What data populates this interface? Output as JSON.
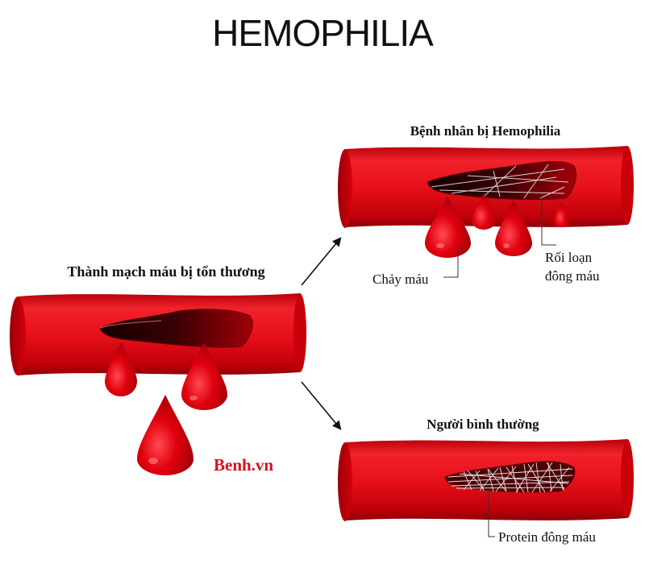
{
  "title": "HEMOPHILIA",
  "labels": {
    "damaged_vessel": "Thành mạch máu bị tổn thương",
    "hemophilia_patient": "Bệnh nhân bị Hemophilia",
    "normal_person": "Người bình thường",
    "bleeding": "Chảy máu",
    "clotting_disorder_line1": "Rối loạn",
    "clotting_disorder_line2": "đông máu",
    "clotting_protein": "Protein đông máu",
    "brand": "Benh.vn"
  },
  "colors": {
    "vessel": "#e8111b",
    "vessel_dark": "#b20008",
    "blood": "#d4000b",
    "wound": "#3a0004",
    "brand": "#d8101b"
  }
}
